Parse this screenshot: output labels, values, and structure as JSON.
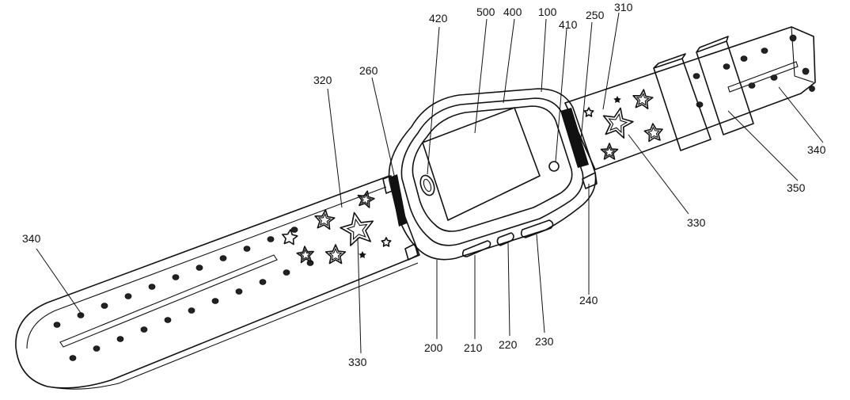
{
  "figure": {
    "labels": {
      "l420": "420",
      "l500": "500",
      "l400": "400",
      "l100": "100",
      "l410": "410",
      "l250": "250",
      "l310": "310",
      "l320": "320",
      "l260": "260",
      "l340_left": "340",
      "l340_right": "340",
      "l350": "350",
      "l330_right": "330",
      "l330_left": "330",
      "l240": "240",
      "l200": "200",
      "l210": "210",
      "l220": "220",
      "l230": "230"
    },
    "icons": {
      "star": "star-outline-icon",
      "hole": "strap-hole-icon"
    },
    "colors": {
      "line": "#111111",
      "background": "#ffffff"
    }
  }
}
